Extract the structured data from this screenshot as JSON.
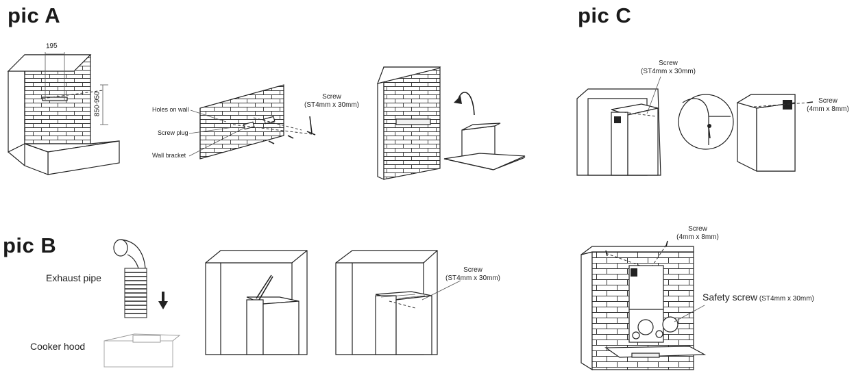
{
  "titles": {
    "pic_a": "pic A",
    "pic_b": "pic B",
    "pic_c": "pic C"
  },
  "pic_a": {
    "dim_width": "195",
    "dim_height": "850-950",
    "holes_on_wall": "Holes on wall",
    "screw_plug": "Screw plug",
    "wall_bracket": "Wall bracket",
    "screw_label": "Screw",
    "screw_spec": "(ST4mm x 30mm)"
  },
  "pic_b": {
    "exhaust_pipe": "Exhaust pipe",
    "cooker_hood": "Cooker hood",
    "screw_label": "Screw",
    "screw_spec": "(ST4mm x 30mm)"
  },
  "pic_c": {
    "top_screw_label": "Screw",
    "top_screw_spec": "(ST4mm x 30mm)",
    "side_screw_label": "Screw",
    "side_screw_spec": "(4mm x 8mm)",
    "bottom_screw_label": "Screw",
    "bottom_screw_spec": "(4mm x 8mm)",
    "safety_screw_label": "Safety screw",
    "safety_screw_spec": "(ST4mm x 30mm)"
  }
}
